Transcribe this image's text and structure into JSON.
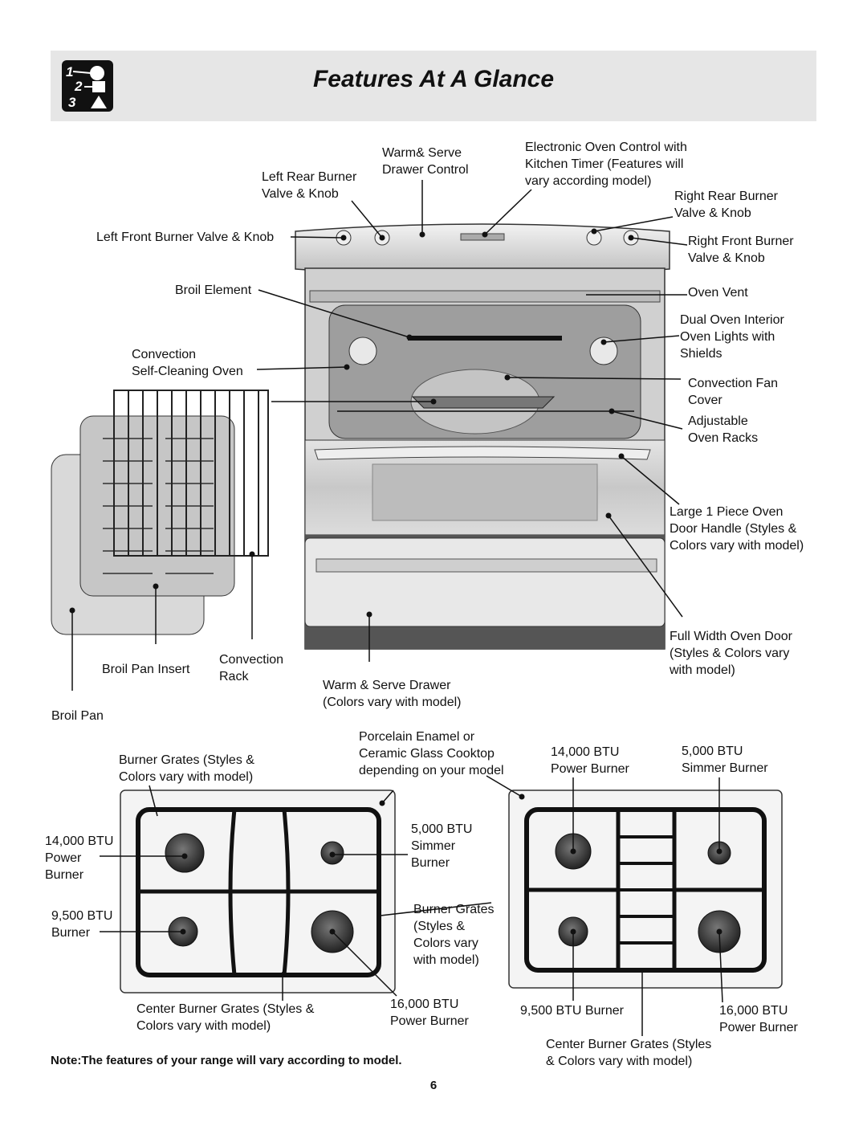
{
  "header": {
    "title": "Features At A Glance",
    "icon_digits": [
      "1",
      "2",
      "3"
    ]
  },
  "labels": {
    "left_rear_burner": "Left Rear Burner\nValve & Knob",
    "warm_serve_control": "Warm& Serve\nDrawer Control",
    "electronic_control": "Electronic Oven Control with\nKitchen Timer (Features will\nvary according model)",
    "right_rear_burner": "Right Rear Burner\nValve & Knob",
    "left_front_burner": "Left Front Burner Valve & Knob",
    "right_front_burner": "Right Front Burner\nValve & Knob",
    "broil_element": "Broil Element",
    "oven_vent": "Oven Vent",
    "dual_oven_lights": "Dual Oven Interior\nOven Lights with\nShields",
    "convection_oven": "Convection\nSelf-Cleaning Oven",
    "convection_fan": "Convection Fan\nCover",
    "adjustable_racks": "Adjustable\nOven Racks",
    "door_handle": "Large 1 Piece Oven\nDoor Handle (Styles &\nColors vary with model)",
    "oven_door": "Full Width Oven Door\n(Styles & Colors vary\nwith model)",
    "broil_pan_insert": "Broil Pan Insert",
    "convection_rack": "Convection\nRack",
    "warm_serve_drawer": "Warm & Serve Drawer\n(Colors vary with model)",
    "broil_pan": "Broil Pan",
    "burner_grates_left": "Burner Grates (Styles &\nColors vary with model)",
    "cooktop_surface": "Porcelain Enamel or\nCeramic Glass Cooktop\ndepending on your model",
    "power_burner_14000_right": "14,000 BTU\nPower Burner",
    "simmer_burner_right": "5,000 BTU\nSimmer Burner",
    "power_burner_14000_left": "14,000 BTU\nPower\nBurner",
    "simmer_burner_left": "5,000 BTU\nSimmer\nBurner",
    "burner_9500_left": "9,500 BTU\nBurner",
    "burner_grates_center": "Burner Grates\n(Styles &\nColors vary\nwith model)",
    "center_grates_left": "Center Burner Grates (Styles &\nColors vary with model)",
    "power_burner_16000_left": "16,000 BTU\nPower Burner",
    "burner_9500_right": "9,500 BTU Burner",
    "power_burner_16000_right": "16,000 BTU\nPower Burner",
    "center_grates_right": "Center Burner Grates (Styles\n& Colors vary with model)"
  },
  "note": "Note:The features of your range will vary according to model.",
  "page_number": "6"
}
